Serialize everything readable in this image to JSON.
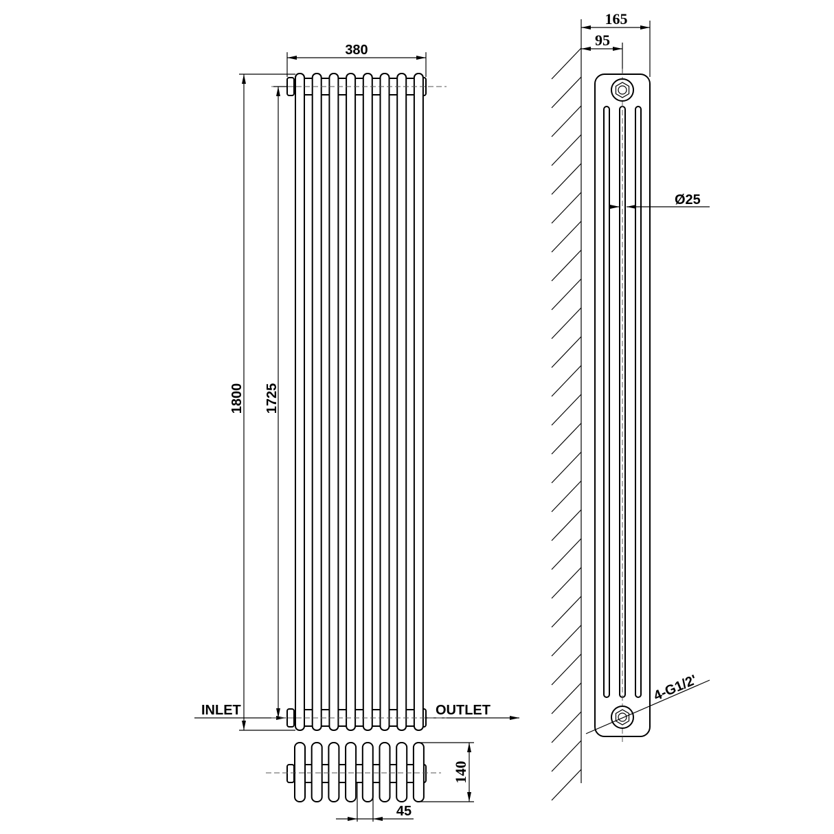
{
  "front_view": {
    "width_label": "380",
    "height_label": "1800",
    "center_height_label": "1725",
    "inlet_label": "INLET",
    "outlet_label": "OUTLET",
    "columns": 8
  },
  "top_view": {
    "depth_label": "140",
    "pitch_label": "45"
  },
  "side_view": {
    "depth_label": "165",
    "center_offset_label": "95",
    "tube_diameter_label": "Ø25",
    "connection_label": "4-G1/2'"
  },
  "colors": {
    "line": "#000000",
    "background": "#ffffff"
  }
}
